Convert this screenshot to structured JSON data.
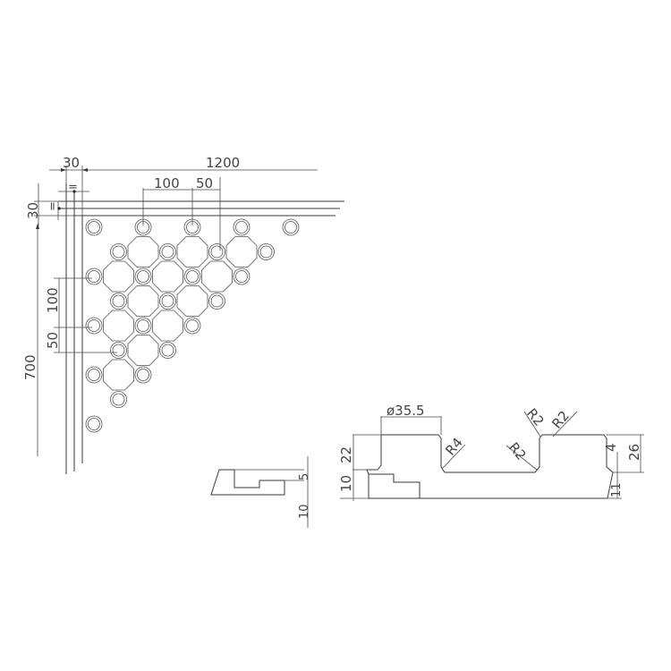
{
  "drawing": {
    "type": "technical-drawing",
    "plan_view": {
      "dimensions": {
        "overall_width": "1200",
        "overall_height": "700",
        "border_horizontal": "30",
        "border_vertical": "30",
        "hole_spacing_x": "100",
        "hole_offset_x": "50",
        "hole_spacing_y": "100",
        "hole_offset_y": "50",
        "equal_mark": "="
      }
    },
    "section_view": {
      "dimensions": {
        "diameter": "ø35.5",
        "radius_main": "R4",
        "radius_a": "R2",
        "radius_b": "R2",
        "radius_c": "R2",
        "height_upper": "22",
        "height_lower": "10",
        "height_total": "26",
        "step_right": "4",
        "base_right": "11",
        "edge_step": "5",
        "edge_base": "10"
      },
      "hatch_color": "#5cb85c"
    },
    "line_color": "#3a3a3a",
    "background": "#ffffff"
  }
}
